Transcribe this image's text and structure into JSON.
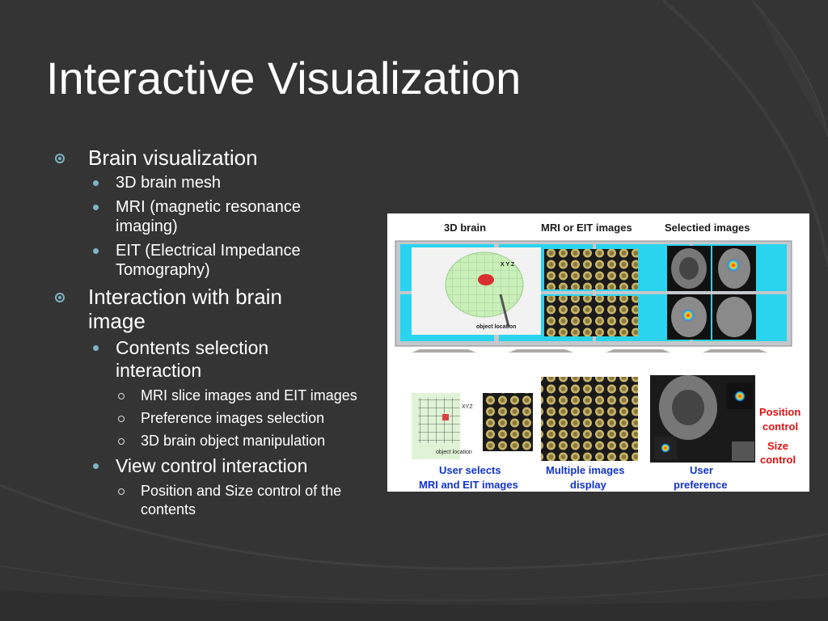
{
  "slide": {
    "title": "Interactive Visualization",
    "outline": [
      {
        "label": "Brain visualization",
        "children": [
          {
            "label": "3D brain mesh"
          },
          {
            "label": "MRI (magnetic resonance imaging)"
          },
          {
            "label": "EIT (Electrical Impedance Tomography)"
          }
        ]
      },
      {
        "label": "Interaction with brain image",
        "children": [
          {
            "label": "Contents selection interaction",
            "children": [
              {
                "label": "MRI slice images and EIT images"
              },
              {
                "label": "Preference images selection"
              },
              {
                "label": "3D brain object manipulation"
              }
            ]
          },
          {
            "label": "View control interaction",
            "children": [
              {
                "label": "Position and Size control of the contents"
              }
            ]
          }
        ]
      }
    ]
  },
  "figure": {
    "top_captions": {
      "brain3d": "3D brain",
      "mri_eit": "MRI or EIT images",
      "selected": "Selectied images"
    },
    "annotations": {
      "xyz": "X Y Z",
      "object_location": "object location",
      "small_xyz": "XYZ",
      "small_location": "object location"
    },
    "bottom_captions": {
      "user_selects_1": "User selects",
      "user_selects_2": "MRI and EIT images",
      "multiple_1": "Multiple images",
      "multiple_2": "display",
      "preference_1": "User",
      "preference_2": "preference",
      "position_1": "Position",
      "position_2": "control",
      "size_1": "Size",
      "size_2": "control"
    }
  },
  "colors": {
    "background": "#343434",
    "bullet_accent": "#7fb4c4",
    "caption_blue": "#1133cc",
    "caption_red": "#e01010",
    "screen_cyan": "#2ad4ee"
  }
}
